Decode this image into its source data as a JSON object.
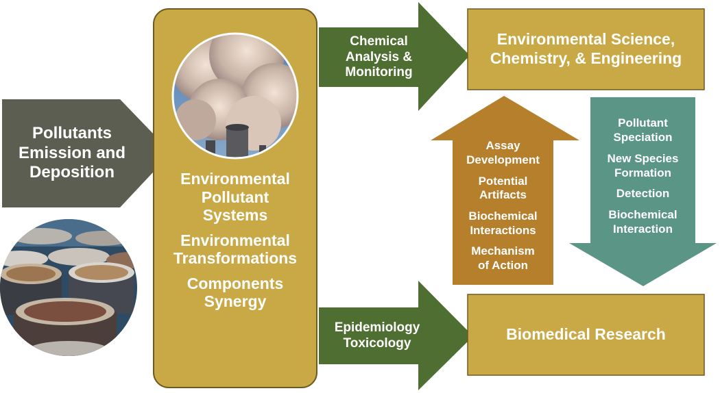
{
  "colors": {
    "gray_arrow": "#5b5e50",
    "gold": "#c9a946",
    "gold_border": "#6e5a1e",
    "green_arrow": "#4f6f32",
    "orange_arrow": "#b57f2b",
    "teal_arrow": "#5a9585",
    "text_light": "#ffffff",
    "text_dark": "#2f2a12"
  },
  "pollutants_arrow": {
    "lines": [
      "Pollutants",
      "Emission and",
      "Deposition"
    ]
  },
  "center_box": {
    "items": [
      {
        "lines": [
          "Environmental",
          "Pollutant",
          "Systems"
        ]
      },
      {
        "lines": [
          "Environmental",
          "Transformations"
        ]
      },
      {
        "lines": [
          "Components",
          "Synergy"
        ]
      }
    ]
  },
  "chem_arrow": {
    "lines": [
      "Chemical",
      "Analysis &",
      "Monitoring"
    ]
  },
  "epi_arrow": {
    "lines": [
      "Epidemiology",
      "Toxicology"
    ]
  },
  "env_science_box": {
    "lines": [
      "Environmental Science,",
      "Chemistry, & Engineering"
    ]
  },
  "biomedical_box": {
    "lines": [
      "Biomedical Research"
    ]
  },
  "up_arrow": {
    "items": [
      {
        "lines": [
          "Assay",
          "Development"
        ]
      },
      {
        "lines": [
          "Potential",
          "Artifacts"
        ]
      },
      {
        "lines": [
          "Biochemical",
          "Interactions"
        ]
      },
      {
        "lines": [
          "Mechanism",
          "of Action"
        ]
      }
    ]
  },
  "down_arrow": {
    "items": [
      {
        "lines": [
          "Pollutant",
          "Speciation"
        ]
      },
      {
        "lines": [
          "New Species",
          "Formation"
        ]
      },
      {
        "lines": [
          "Detection"
        ]
      },
      {
        "lines": [
          "Biochemical",
          "Interaction"
        ]
      }
    ]
  },
  "photos": {
    "smokestack": "smokestack-photo",
    "barrels": "barrels-photo"
  }
}
